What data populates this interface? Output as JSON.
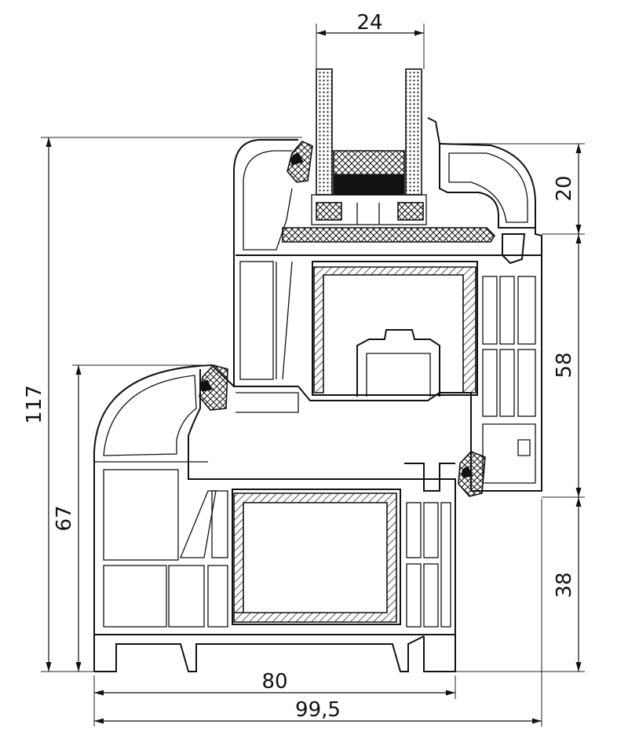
{
  "dimensions": {
    "glass_thickness": "24",
    "sash_height_top": "20",
    "sash_height_mid": "58",
    "frame_height": "38",
    "total_height": "117",
    "frame_inner_height": "67",
    "frame_depth": "80",
    "total_depth": "99,5"
  }
}
